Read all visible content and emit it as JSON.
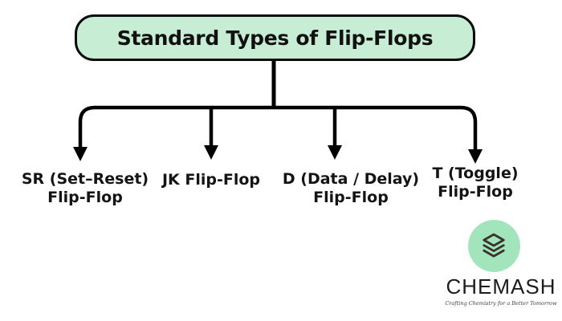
{
  "diagram": {
    "title": "Standard Types of Flip-Flops",
    "nodes": [
      {
        "id": "sr-flip-flop",
        "line1": "SR (Set–Reset)",
        "line2": "Flip-Flop"
      },
      {
        "id": "jk-flip-flop",
        "line1": "JK Flip-Flop",
        "line2": ""
      },
      {
        "id": "d-flip-flop",
        "line1": "D (Data / Delay)",
        "line2": "Flip-Flop"
      },
      {
        "id": "t-flip-flop",
        "line1": "T (Toggle)",
        "line2": "Flip-Flop"
      }
    ],
    "colors": {
      "title_box_fill": "#c8edd5",
      "line_color": "#000000",
      "text_color": "#141414"
    }
  },
  "branding": {
    "name": "CHEMASH",
    "tagline": "Crafting Chemistry for a Better Tomorrow",
    "logo_icon": "layers-icon",
    "logo_circle_color": "#a2e5bd",
    "icon_stroke_color": "#3a332d"
  }
}
